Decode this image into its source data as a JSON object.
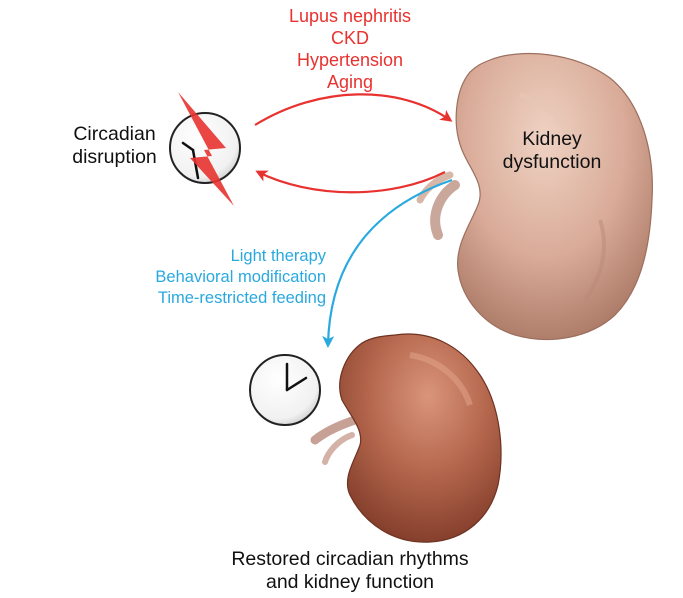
{
  "causes": {
    "items": [
      "Lupus nephritis",
      "CKD",
      "Hypertension",
      "Aging"
    ],
    "color": "#e8322f"
  },
  "circadian_disruption": {
    "line1": "Circadian",
    "line2": "disruption"
  },
  "kidney_dysfunction": {
    "line1": "Kidney",
    "line2": "dysfunction"
  },
  "interventions": {
    "items": [
      "Light therapy",
      "Behavioral modification",
      "Time-restricted feeding"
    ],
    "color": "#29a9df"
  },
  "outcome": {
    "line1": "Restored circadian rhythms",
    "line2": "and kidney function"
  },
  "icons": [
    "broken-clock-icon",
    "clock-icon",
    "diseased-kidney",
    "healthy-kidney"
  ]
}
